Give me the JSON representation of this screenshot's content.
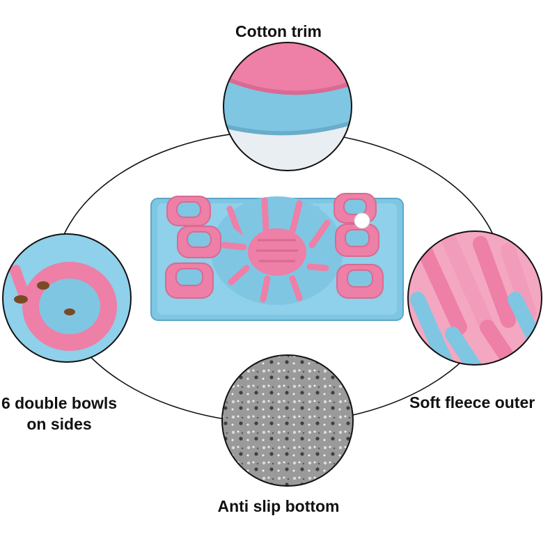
{
  "labels": {
    "cotton_trim": "Cotton trim",
    "double_bowls_line1": "6 double bowls",
    "double_bowls_line2": "on sides",
    "soft_fleece": "Soft fleece outer",
    "anti_slip": "Anti slip bottom"
  },
  "colors": {
    "pink": "#ee7fa7",
    "blue": "#7fc6e3",
    "outline": "#111111",
    "grey": "#8c8c8c"
  }
}
